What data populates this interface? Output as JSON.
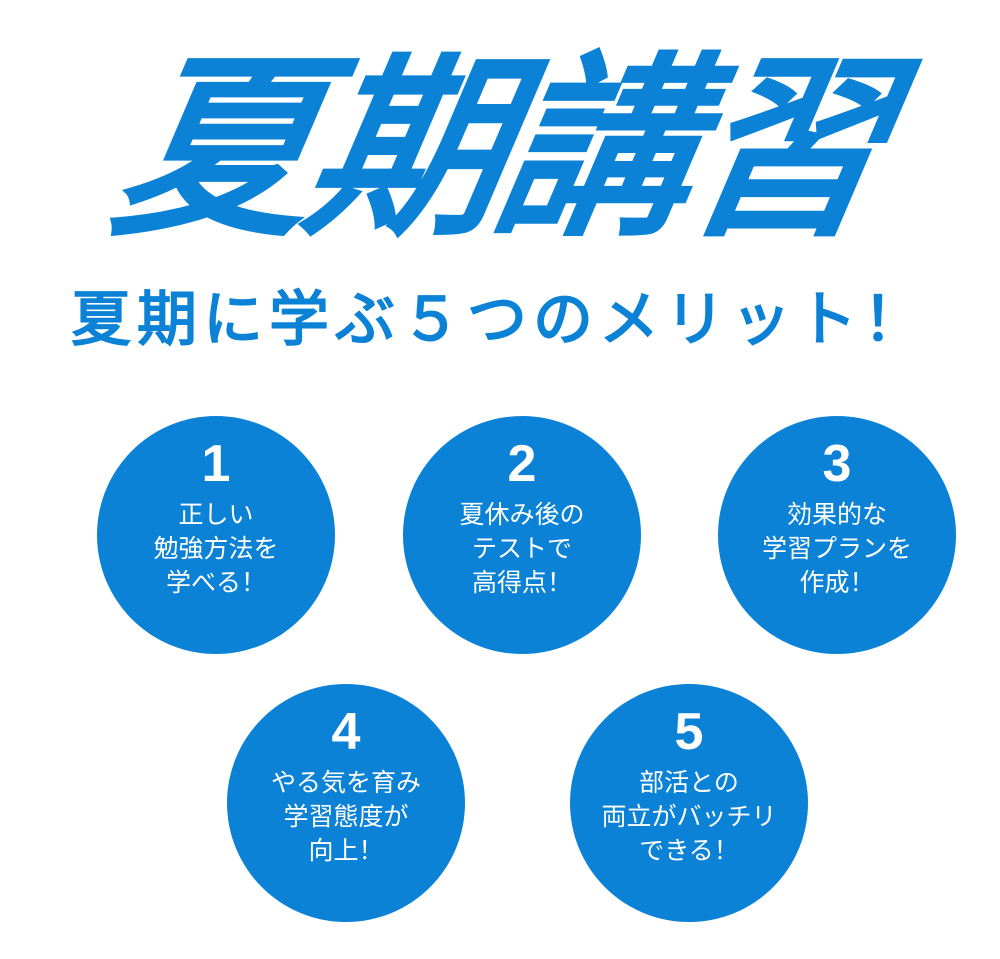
{
  "title": "夏期講習",
  "subtitle": "夏期に学ぶ５つのメリット！",
  "accent_color": "#0b82d6",
  "merits": [
    {
      "number": "1",
      "lines": [
        "正しい",
        "勉強方法を",
        "学べる！"
      ]
    },
    {
      "number": "2",
      "lines": [
        "夏休み後の",
        "テストで",
        "高得点！"
      ]
    },
    {
      "number": "3",
      "lines": [
        "効果的な",
        "学習プランを",
        "作成！"
      ]
    },
    {
      "number": "4",
      "lines": [
        "やる気を育み",
        "学習態度が",
        "向上！"
      ]
    },
    {
      "number": "5",
      "lines": [
        "部活との",
        "両立がバッチリ",
        "できる！"
      ]
    }
  ]
}
